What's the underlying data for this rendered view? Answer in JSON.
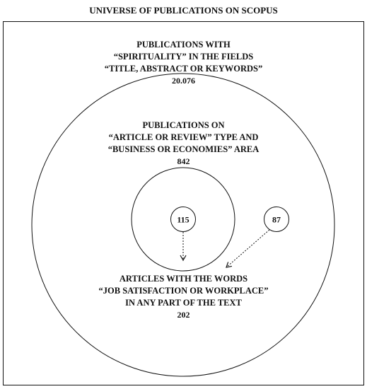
{
  "diagram": {
    "title": "UNIVERSE OF PUBLICATIONS ON SCOPUS",
    "outer_region": {
      "lines": [
        "PUBLICATIONS WITH",
        "“SPIRITUALITY” IN THE FIELDS",
        "“TITLE, ABSTRACT OR KEYWORDS”"
      ],
      "count": "20.076"
    },
    "middle_region": {
      "lines": [
        "PUBLICATIONS ON",
        "“ARTICLE OR REVIEW” TYPE AND",
        "“BUSINESS OR ECONOMIES” AREA"
      ],
      "count": "842"
    },
    "node_inner": "115",
    "node_outer": "87",
    "result": {
      "lines": [
        "ARTICLES WITH THE WORDS",
        "“JOB SATISFACTION OR WORKPLACE”",
        "IN ANY PART OF THE TEXT"
      ],
      "count": "202"
    }
  },
  "colors": {
    "ink": "#111111",
    "background": "#ffffff"
  }
}
